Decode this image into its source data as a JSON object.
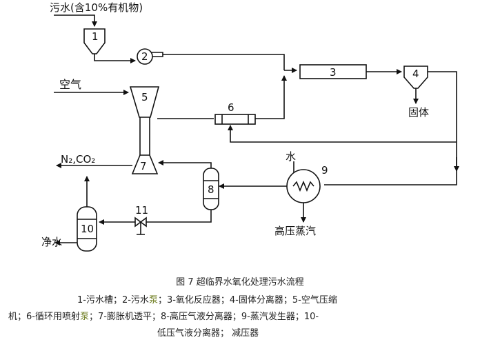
{
  "diagram": {
    "labels": {
      "wastewater": "污水(含10%有机物)",
      "air": "空气",
      "exhaust": "N₂,CO₂",
      "clean_water": "净水",
      "solids": "固体",
      "water": "水",
      "steam": "高压蒸汽"
    },
    "units": [
      "1",
      "2",
      "3",
      "4",
      "5",
      "6",
      "7",
      "8",
      "9",
      "10",
      "11"
    ]
  },
  "caption": {
    "title": "图 7 超临界水氧化处理污水流程",
    "legend_line1_a": "1-污水槽；2-污水",
    "legend_line1_b": "泵",
    "legend_line1_c": "；3-氧化反应器；4-固体分离器；5-空气压缩",
    "legend_line2_a": "机；6-循环用喷射",
    "legend_line2_b": "泵",
    "legend_line2_c": "；7-膨胀机透平；8-高压气液分离器；9-蒸汽发生器；10-",
    "legend_line3": "低压气液分离器； 减压器"
  }
}
